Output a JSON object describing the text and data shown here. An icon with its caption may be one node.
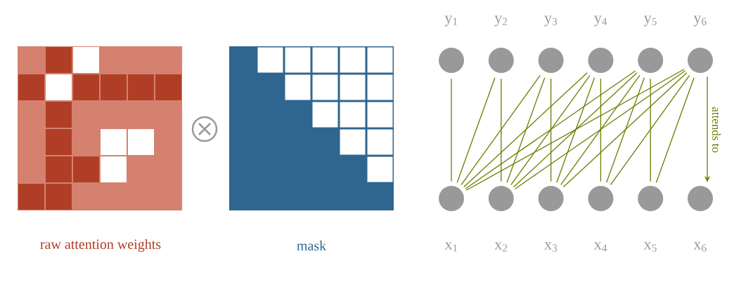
{
  "diagram": {
    "nodes": [
      {
        "text": [],
        "shape": "circle",
        "beside": [
          "y$_{1}$"
        ]
      },
      {
        "text": [],
        "shape": "circle",
        "beside": [
          "y$_{2}$"
        ]
      },
      {
        "text": [],
        "shape": "circle",
        "beside": [
          "y$_{3}$"
        ]
      },
      {
        "text": [],
        "shape": "circle",
        "beside": [
          "y$_{4}$"
        ]
      },
      {
        "text": [],
        "shape": "circle",
        "beside": [
          "y$_{5}$"
        ]
      },
      {
        "text": [],
        "shape": "circle",
        "beside": [
          "y$_{6}$"
        ]
      },
      {
        "text": [],
        "shape": "circle",
        "beside": [
          "x$_{1}$"
        ]
      },
      {
        "text": [],
        "shape": "circle",
        "beside": [
          "x$_{2}$"
        ]
      },
      {
        "text": [],
        "shape": "circle",
        "beside": [
          "x$_{3}$"
        ]
      },
      {
        "text": [],
        "shape": "circle",
        "beside": [
          "x$_{4}$"
        ]
      },
      {
        "text": [],
        "shape": "circle",
        "beside": [
          "x$_{5}$"
        ]
      },
      {
        "text": [],
        "shape": "circle",
        "beside": [
          "x$_{6}$"
        ]
      }
    ],
    "edges": [
      {
        "from": 0,
        "to": 6,
        "arrow": "none"
      },
      {
        "from": 1,
        "to": 6,
        "arrow": "none"
      },
      {
        "from": 1,
        "to": 7,
        "arrow": "none"
      },
      {
        "from": 2,
        "to": 6,
        "arrow": "none"
      },
      {
        "from": 2,
        "to": 7,
        "arrow": "none"
      },
      {
        "from": 2,
        "to": 8,
        "arrow": "none"
      },
      {
        "from": 3,
        "to": 6,
        "arrow": "none"
      },
      {
        "from": 3,
        "to": 7,
        "arrow": "none"
      },
      {
        "from": 3,
        "to": 8,
        "arrow": "none"
      },
      {
        "from": 3,
        "to": 9,
        "arrow": "none"
      },
      {
        "from": 4,
        "to": 6,
        "arrow": "none"
      },
      {
        "from": 4,
        "to": 7,
        "arrow": "none"
      },
      {
        "from": 4,
        "to": 8,
        "arrow": "none"
      },
      {
        "from": 4,
        "to": 9,
        "arrow": "none"
      },
      {
        "from": 4,
        "to": 10,
        "arrow": "none"
      },
      {
        "from": 5,
        "to": 6,
        "arrow": "none"
      },
      {
        "from": 5,
        "to": 7,
        "arrow": "none"
      },
      {
        "from": 5,
        "to": 8,
        "arrow": "none"
      },
      {
        "from": 5,
        "to": 9,
        "arrow": "none"
      },
      {
        "from": 5,
        "to": 10,
        "arrow": "none"
      },
      {
        "from": 5,
        "to": 11,
        "arrow": "to",
        "label": "attends to"
      }
    ],
    "labels": [
      "raw attention weights",
      "mask"
    ]
  }
}
